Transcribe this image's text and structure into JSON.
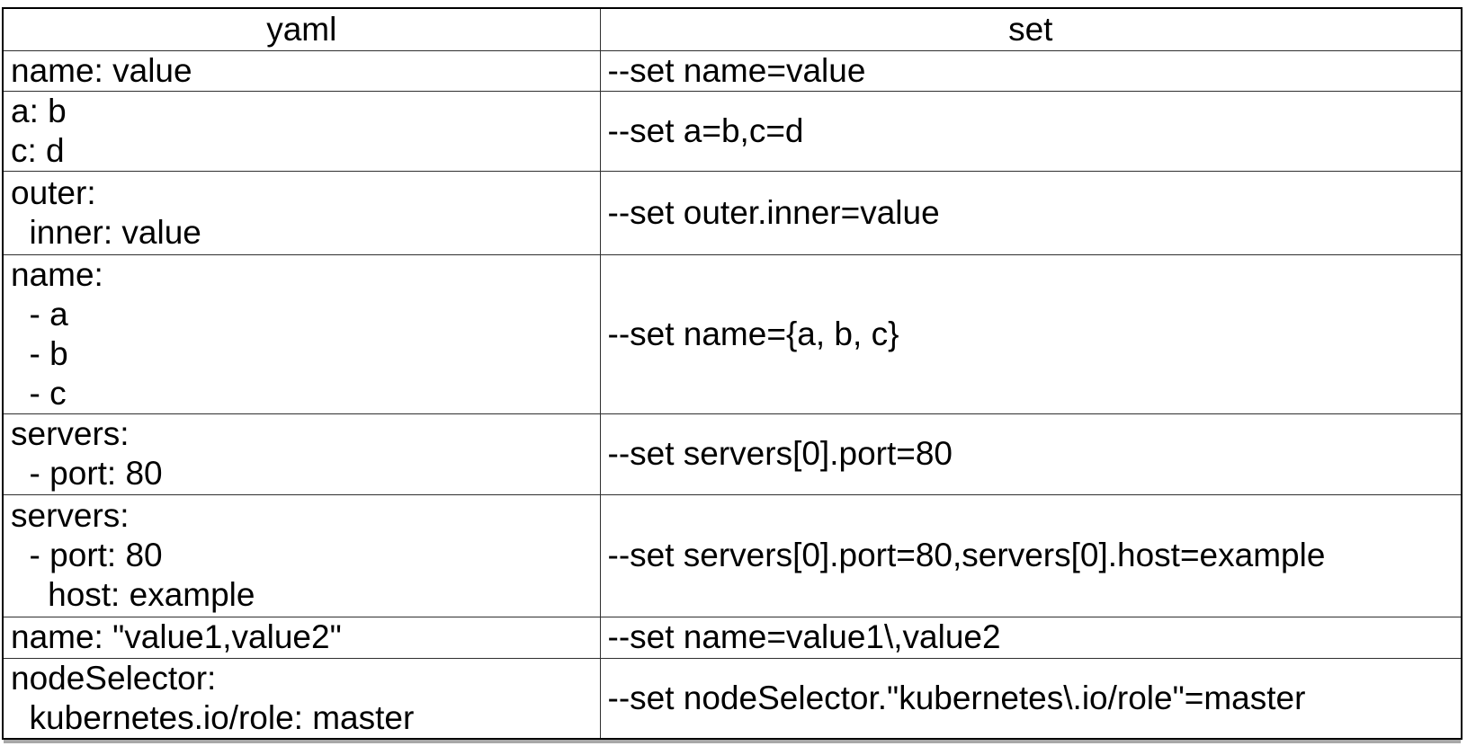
{
  "table": {
    "columns": [
      {
        "key": "yaml",
        "label": "yaml"
      },
      {
        "key": "set",
        "label": "set"
      }
    ],
    "rows": [
      {
        "yaml_lines": [
          "name: value"
        ],
        "set": "--set name=value"
      },
      {
        "yaml_lines": [
          "a: b",
          "c: d"
        ],
        "set": "--set a=b,c=d"
      },
      {
        "yaml_lines": [
          "outer:",
          "  inner: value"
        ],
        "set": "--set outer.inner=value"
      },
      {
        "yaml_lines": [
          "name:",
          "  - a",
          "  - b",
          "  - c"
        ],
        "set": "--set name={a, b, c}"
      },
      {
        "yaml_lines": [
          "servers:",
          "  - port: 80"
        ],
        "set": "--set servers[0].port=80"
      },
      {
        "yaml_lines": [
          "servers:",
          "  - port: 80",
          "    host: example"
        ],
        "set": "--set servers[0].port=80,servers[0].host=example"
      },
      {
        "yaml_lines": [
          "name: \"value1,value2\""
        ],
        "set": "--set name=value1\\,value2"
      },
      {
        "yaml_lines": [
          "nodeSelector:",
          "  kubernetes.io/role: master"
        ],
        "set": "--set nodeSelector.\"kubernetes\\.io/role\"=master"
      }
    ],
    "text_color": "#000000",
    "border_color": "#2f2f2f"
  }
}
